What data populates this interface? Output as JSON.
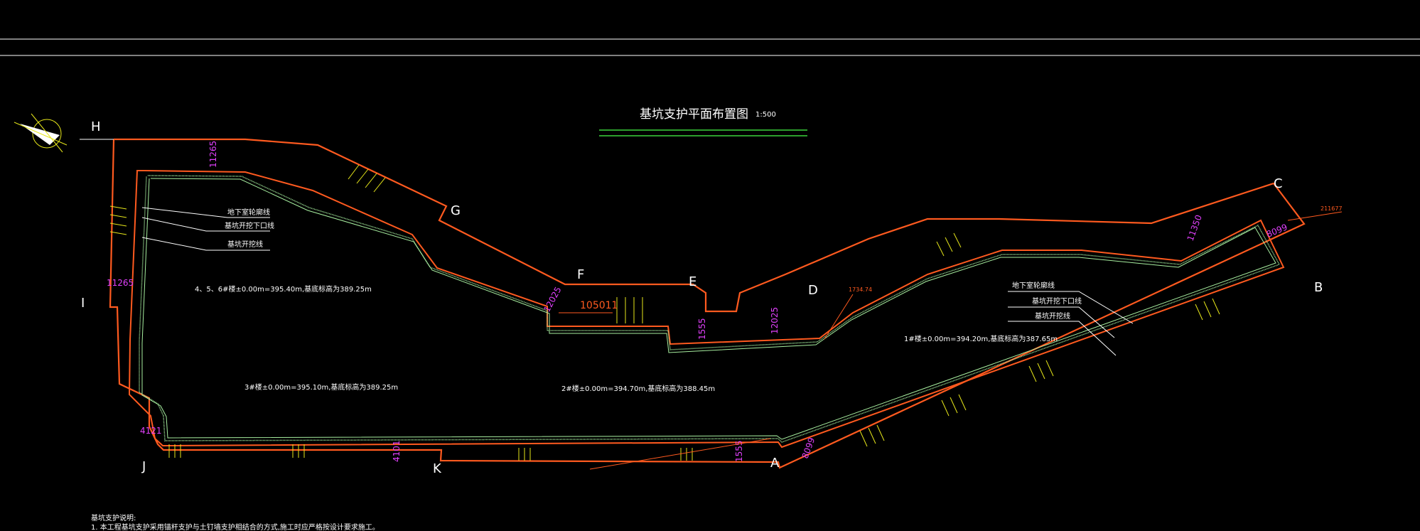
{
  "drawing": {
    "title": "基坑支护平面布置图",
    "scale": "1:500",
    "colors": {
      "outer_line": "#ff5a1f",
      "inner_line": "#a8f0a0",
      "dimension": "#e040fb",
      "hatch": "#e6e61a",
      "title_rule": "#3ad23a",
      "background": "#000000"
    },
    "point_labels": {
      "A": "A",
      "B": "B",
      "C": "C",
      "D": "D",
      "E": "E",
      "F": "F",
      "G": "G",
      "H": "H",
      "I": "I",
      "J": "J",
      "K": "K"
    },
    "dimensions": {
      "d1": "11265",
      "d2": "11265",
      "d3": "12025",
      "d4": "12025",
      "d5": "11350",
      "d6": "8099",
      "d7": "8099",
      "d8": "4121",
      "d9": "4101",
      "d10": "1555"
    },
    "elevation_tags": {
      "e1": "105011",
      "e2": "1734.74",
      "e3": "211677"
    },
    "legend_left": [
      "地下室轮廓线",
      "基坑开挖下口线",
      "基坑开挖线"
    ],
    "legend_right": [
      "地下室轮廓线",
      "基坑开挖下口线",
      "基坑开挖线"
    ],
    "notes": {
      "n1": "4、5、6#楼±0.00m=395.40m,基底标高为389.25m",
      "n2": "3#楼±0.00m=395.10m,基底标高为389.25m",
      "n3": "2#楼±0.00m=394.70m,基底标高为388.45m",
      "n4": "1#楼±0.00m=394.20m,基底标高为387.65m"
    },
    "footer": {
      "heading": "基坑支护说明:",
      "line1": "1. 本工程基坑支护采用锚杆支护与土钉墙支护相结合的方式,施工时应严格按设计要求施工。"
    }
  }
}
